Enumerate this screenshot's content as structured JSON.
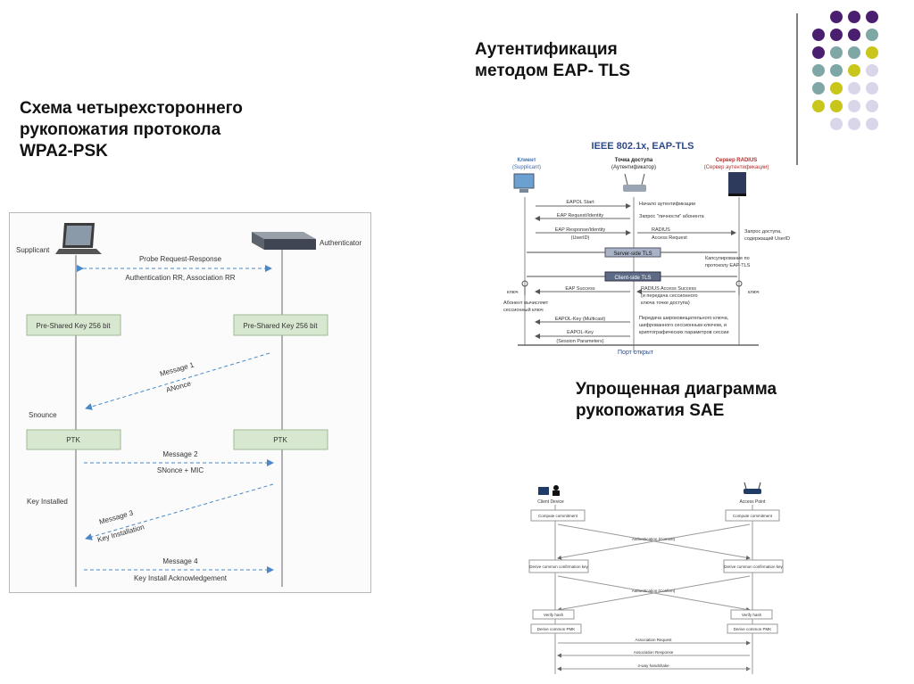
{
  "slide": {
    "title_psk": "Схема четырехстороннего\nрукопожатия протокола\nWPA2-PSK",
    "title_eap": "Аутентификация\nметодом EAP- TLS",
    "title_sae": "Упрощенная диаграмма\nрукопожатия SAE",
    "dot_colors": [
      "#4b1f6f",
      "#7fa7a5",
      "#c8c51b",
      "#d9d6ea"
    ],
    "dot_grid": [
      [
        null,
        0,
        0,
        0
      ],
      [
        0,
        0,
        0,
        1
      ],
      [
        0,
        1,
        1,
        2
      ],
      [
        1,
        1,
        2,
        3
      ],
      [
        1,
        2,
        3,
        3
      ],
      [
        2,
        2,
        3,
        3
      ],
      [
        null,
        3,
        3,
        3
      ]
    ]
  },
  "psk": {
    "supplicant": "Supplicant",
    "authenticator": "Authenticator",
    "probe": "Probe Request-Response",
    "auth_assoc": "Authentication RR, Association RR",
    "psk_left": "Pre-Shared Key 256 bit",
    "psk_right": "Pre-Shared Key 256 bit",
    "msg1": "Message 1",
    "anonce": "ANonce",
    "snounce": "Snounce",
    "ptk_left": "PTK",
    "ptk_right": "PTK",
    "msg2": "Message 2",
    "snonce_mic": "SNonce + MIC",
    "key_installed": "Key Installed",
    "msg3": "Message 3",
    "key_installation": "Key Installation",
    "msg4": "Message 4",
    "key_ack": "Key Install Acknowledgement"
  },
  "eap": {
    "heading": "IEEE 802.1x, EAP-TLS",
    "client": "Клиент",
    "client_sub": "(Supplicant)",
    "ap": "Точка доступа",
    "ap_sub": "(Аутентификатор)",
    "server": "Сервер RADIUS",
    "server_sub": "(Сервер аутентификации)",
    "eapol_start": "EAPOL Start",
    "start_auth": "Начало аутентификации",
    "eap_req_id": "EAP Request/Identity",
    "identity_req": "Запрос \"личности\" абонента",
    "eap_resp_id": "EAP Response/Identity",
    "user_id": "(UserID)",
    "radius": "RADIUS",
    "access_req": "Access Request",
    "access_req_note1": "Запрос доступа,",
    "access_req_note2": "содержащий UserID",
    "server_tls": "Server-side TLS",
    "tunnel_note1": "Капсулирование по",
    "tunnel_note2": "протоколу EAP-TLS",
    "client_tls": "Client-side TLS",
    "key_left": "ключ",
    "key_right": "ключ",
    "eap_success": "EAP Success",
    "radius_accept": "RADIUS Access Success",
    "radius_accept2": "(и передача сессионного",
    "radius_accept3": "ключа точке доступа)",
    "subscriber_calc1": "Абонент вычисляет",
    "subscriber_calc2": "сессионный ключ",
    "eapol_key_mc": "EAPOL-Key (Multicast)",
    "broadcast1": "Передача широковещательного ключа,",
    "broadcast2": "шифрованного сессионным ключом, и",
    "broadcast3": "криптографических параметров сессии",
    "eapol_key": "EAPOL-Key",
    "session_params": "(Session Parameters)",
    "port_open": "Порт открыт"
  },
  "sae": {
    "client": "Client Device",
    "ap": "Access Point",
    "compute_left": "Compute commitment",
    "compute_right": "Compute commitment",
    "authentication_commit": "Authentication (Commit)",
    "derive_left": "Derive common confirmation key",
    "derive_right": "Derive common confirmation key",
    "authentication_confirm": "Authentication (Confirm)",
    "verify_left": "Verify hash",
    "verify_right": "Verify hash",
    "pmk_left": "Derive common PMK",
    "pmk_right": "Derive common PMK",
    "assoc_req": "Association Request",
    "assoc_resp": "Association Response",
    "four_way": "4-way handshake"
  }
}
